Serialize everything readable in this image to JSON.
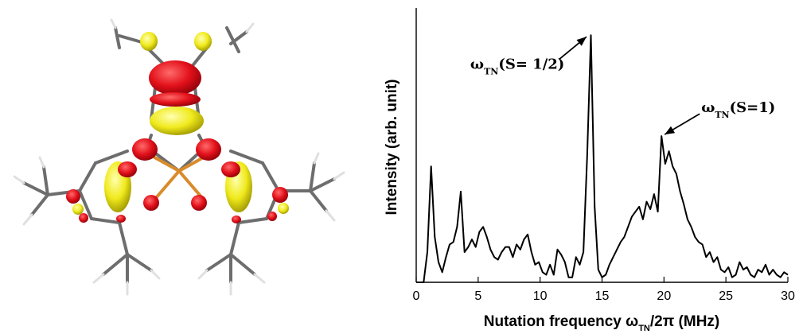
{
  "chart_data": {
    "type": "line",
    "xlabel_main": "Nutation frequency ω",
    "xlabel_sub": "TN",
    "xlabel_tail": "/2π (MHz)",
    "ylabel": "Intensity (arb. unit)",
    "xlim": [
      0,
      30
    ],
    "ylim": [
      0,
      1
    ],
    "xticks": [
      0,
      5,
      10,
      15,
      20,
      25,
      30
    ],
    "grid": false,
    "legend": "none",
    "series": [
      {
        "x": [
          0,
          0.3,
          0.6,
          0.9,
          1.2,
          1.5,
          1.8,
          2.1,
          2.4,
          2.7,
          3.0,
          3.3,
          3.6,
          3.9,
          4.2,
          4.5,
          4.8,
          5.1,
          5.4,
          5.7,
          6.0,
          6.3,
          6.6,
          6.9,
          7.2,
          7.5,
          7.8,
          8.1,
          8.4,
          8.7,
          9.0,
          9.3,
          9.6,
          9.9,
          10.2,
          10.5,
          10.8,
          11.1,
          11.4,
          11.7,
          12.0,
          12.3,
          12.6,
          12.9,
          13.2,
          13.5,
          13.8,
          14.1,
          14.4,
          14.7,
          15.0,
          15.3,
          15.6,
          15.9,
          16.2,
          16.5,
          16.8,
          17.1,
          17.4,
          17.7,
          18.0,
          18.3,
          18.6,
          18.9,
          19.2,
          19.5,
          19.8,
          20.1,
          20.4,
          20.7,
          21.0,
          21.3,
          21.6,
          21.9,
          22.2,
          22.5,
          22.8,
          23.1,
          23.4,
          23.7,
          24.0,
          24.3,
          24.6,
          24.9,
          25.2,
          25.5,
          25.8,
          26.1,
          26.4,
          26.7,
          27.0,
          27.3,
          27.6,
          27.9,
          28.2,
          28.5,
          28.8,
          29.1,
          29.4,
          29.7,
          30.0
        ],
        "values": [
          0.0,
          0.0,
          0.0,
          0.12,
          0.46,
          0.18,
          0.08,
          0.04,
          0.1,
          0.15,
          0.16,
          0.22,
          0.36,
          0.12,
          0.14,
          0.17,
          0.14,
          0.2,
          0.22,
          0.18,
          0.13,
          0.1,
          0.09,
          0.12,
          0.14,
          0.14,
          0.1,
          0.15,
          0.13,
          0.17,
          0.19,
          0.12,
          0.07,
          0.08,
          0.04,
          0.03,
          0.07,
          0.03,
          0.13,
          0.11,
          0.08,
          0.02,
          0.02,
          0.1,
          0.07,
          0.12,
          0.5,
          0.98,
          0.3,
          0.05,
          0.02,
          0.03,
          0.07,
          0.1,
          0.13,
          0.16,
          0.18,
          0.22,
          0.26,
          0.28,
          0.3,
          0.25,
          0.32,
          0.29,
          0.35,
          0.28,
          0.58,
          0.47,
          0.52,
          0.46,
          0.43,
          0.36,
          0.31,
          0.25,
          0.22,
          0.18,
          0.16,
          0.15,
          0.1,
          0.12,
          0.08,
          0.1,
          0.05,
          0.04,
          0.06,
          0.02,
          0.03,
          0.08,
          0.05,
          0.06,
          0.03,
          0.02,
          0.05,
          0.04,
          0.07,
          0.03,
          0.05,
          0.03,
          0.02,
          0.04,
          0.03
        ]
      }
    ],
    "annotations": [
      {
        "main": "ω",
        "sub": "TN",
        "tail": "(S= 1/2)",
        "x": 14.0,
        "y": 0.98
      },
      {
        "main": "ω",
        "sub": "TN",
        "tail": "(S=1)",
        "x": 19.8,
        "y": 0.58
      }
    ]
  },
  "molecule": {
    "lobe_red": "#e2101a",
    "lobe_yellow": "#f0ea1c",
    "bond_gray": "#6d6d6d",
    "metal_orange": "#d98b2b"
  }
}
